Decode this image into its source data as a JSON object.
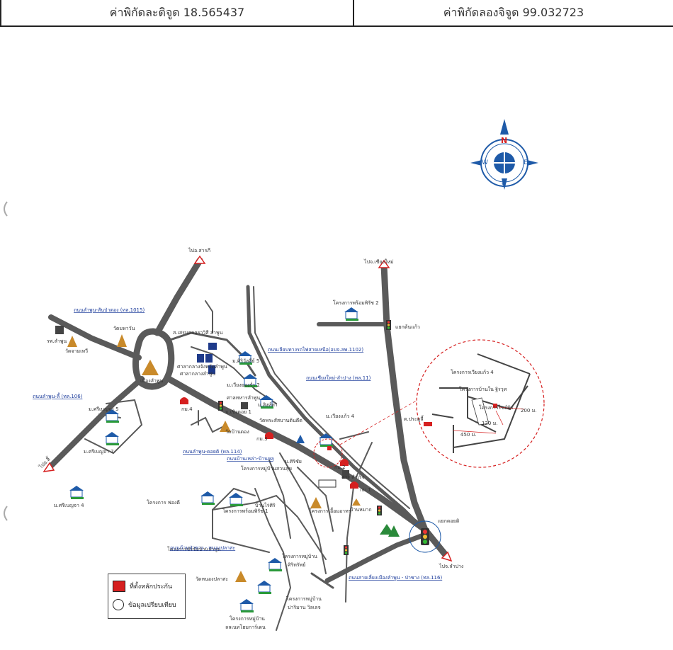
{
  "header": {
    "latitude_label": "ค่าพิกัดละติจูด 18.565437",
    "longitude_label": "ค่าพิกัดลองจิจูด 99.032723"
  },
  "compass": {
    "n": "N",
    "s": "S",
    "e": "E",
    "w": "W"
  },
  "places": {
    "to_saraphi": "ไปอ.สารภี",
    "to_chiangmai": "ไปจ.เชียงใหม่",
    "to_lampang": "ไปจ.ลำปาง",
    "to_li": "ไปอ.ลี้",
    "wat_mahawan": "วัดมหาวัน",
    "wat_chamathewi": "วัดจามเทวี",
    "rp_lamphun": "รพ.ลำพูน",
    "mueang_lamphun": "เมืองลำพูน",
    "school_1": "ส.เสรมตกลราวิสี ลำพูน",
    "govt_center": "ศาลากลางจังหวัดลำพูน",
    "district_office": "ศาลากลางลำพูน",
    "village_siri_5": "ม.ศิริวัลลีย์ 5",
    "village_wiangyong2": "ม.เวียงยองร่ำ 2",
    "village_pongtalad": "ศาลทหารลำพูน",
    "village_singtha": "ม.สิงห์ทา",
    "railway_st": "ม.เชิงดอย 1",
    "wat_ban_pong": "วัดบ้านดอง",
    "wat_si_bunruang": "วัดพระสัสบานต้นตึด",
    "village_chiangmai4": "ม.เวียงแก้ว 4",
    "hospital_w": "โครงการหมู่บ้านสวนสุข",
    "village_sirichai": "ม.ศิริชัย",
    "village_5": "ม.ศรีเบญจา 5",
    "village_7": "ม.ศรีเบญจา 7",
    "village_4": "ม.ศรีเบญจา 4",
    "proj_sirirat_2": "โครงการพร้อมพิรัช 2",
    "rp_ruenrom": "ดวง สำเร็จ",
    "ban_mak": "บ้านหมาก",
    "proj_bann_sathu": "โครงการเอื้อมอาทร",
    "proj_fondee": "โครงการ ฟองดี",
    "proj_sirichai": "โครงการซิร์ชัยบ้านลำพูน",
    "proj_sirichai2": "โครงการพร้อมพิรัช 1",
    "ban_sai": "บ้านไร่ศิริ",
    "proj_sirirat": "โครงการหมู่บ้าน",
    "proj_sirirat_b": "ศิริทรัพย์",
    "proj_village2": "โครงการหมู่บ้าน",
    "proj_village2_b": "ปาริมาน วิลเลจ",
    "proj_village3": "โครงการหมู่บ้าน",
    "proj_village3_b": "ลลเนทโฮมการ์เดน",
    "wat_nong": "วัดหนองปลาสะ",
    "proj_wiangkaew4": "โครงการเวียงแก้ว 4",
    "proj_mung": "โครงการบ้านใน ฐิรวุท",
    "proj_side": "โครงการไซล์พิร",
    "junction_tonkaew": "แยกต้นแก้ว",
    "junction_doi": "แยกดอยติ",
    "district_doi": "ต.ประตูลี้",
    "km4": "กม.4",
    "km3": "กม.3",
    "km2": "กม.2",
    "km1": "กม.1",
    "d_120": "120 ม.",
    "d_200": "200 ม.",
    "d_450": "450 ม."
  },
  "roads": {
    "r1015": "ถนนลำพูน-สันป่าตอง (ทล.1015)",
    "r106": "ถนนลำพูน-ลี้ (ทล.106)",
    "r1102": "ถนนเลียบทางรถไฟสายเหนือ(อบจ.ลพ.1102)",
    "r11": "ถนนเชียงใหม่-ลำปาง (ทล.11)",
    "r114": "ถนนลำพูน-ดอยติ (ทล.114)",
    "local1": "ถนนบ้านเหล่า-บ้านหลุ",
    "r116": "ถนนสายเลี่ยงเมืองลำพูน - ป่าซาง (ทล.116)",
    "local2": "ถนนบ้านป่าซาง - หนองปลาสะ"
  },
  "legend": {
    "site_label": "ที่ตั้งหลักประกัน",
    "compare_label": "ข้อมูลเปรียบเทียบ"
  },
  "colors": {
    "road": "#5a5a5a",
    "route_label": "#1a3a9a",
    "site": "#d62020",
    "compass": "#1e5aa8"
  }
}
